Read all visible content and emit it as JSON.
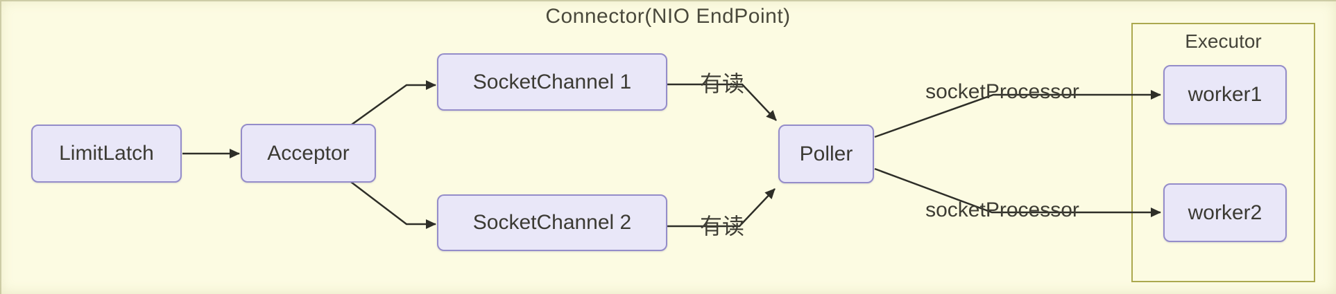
{
  "diagram": {
    "title": "Connector(NIO EndPoint)",
    "nodes": {
      "limitlatch": {
        "label": "LimitLatch"
      },
      "acceptor": {
        "label": "Acceptor"
      },
      "socketchannel1": {
        "label": "SocketChannel 1"
      },
      "socketchannel2": {
        "label": "SocketChannel 2"
      },
      "poller": {
        "label": "Poller"
      },
      "executor": {
        "label": "Executor"
      },
      "worker1": {
        "label": "worker1"
      },
      "worker2": {
        "label": "worker2"
      }
    },
    "edges": [
      {
        "from": "LimitLatch",
        "to": "Acceptor",
        "label": ""
      },
      {
        "from": "Acceptor",
        "to": "SocketChannel 1",
        "label": ""
      },
      {
        "from": "Acceptor",
        "to": "SocketChannel 2",
        "label": ""
      },
      {
        "from": "SocketChannel 1",
        "to": "Poller",
        "label": "有读"
      },
      {
        "from": "SocketChannel 2",
        "to": "Poller",
        "label": "有读"
      },
      {
        "from": "Poller",
        "to": "worker1",
        "label": "socketProcessor"
      },
      {
        "from": "Poller",
        "to": "worker2",
        "label": "socketProcessor"
      }
    ],
    "colors": {
      "background": "#fcfbe2",
      "node_fill": "#e9e7f8",
      "node_border": "#948cc9",
      "executor_border": "#aba84e",
      "arrow": "#2e2e28",
      "text": "#3b3a33"
    }
  }
}
